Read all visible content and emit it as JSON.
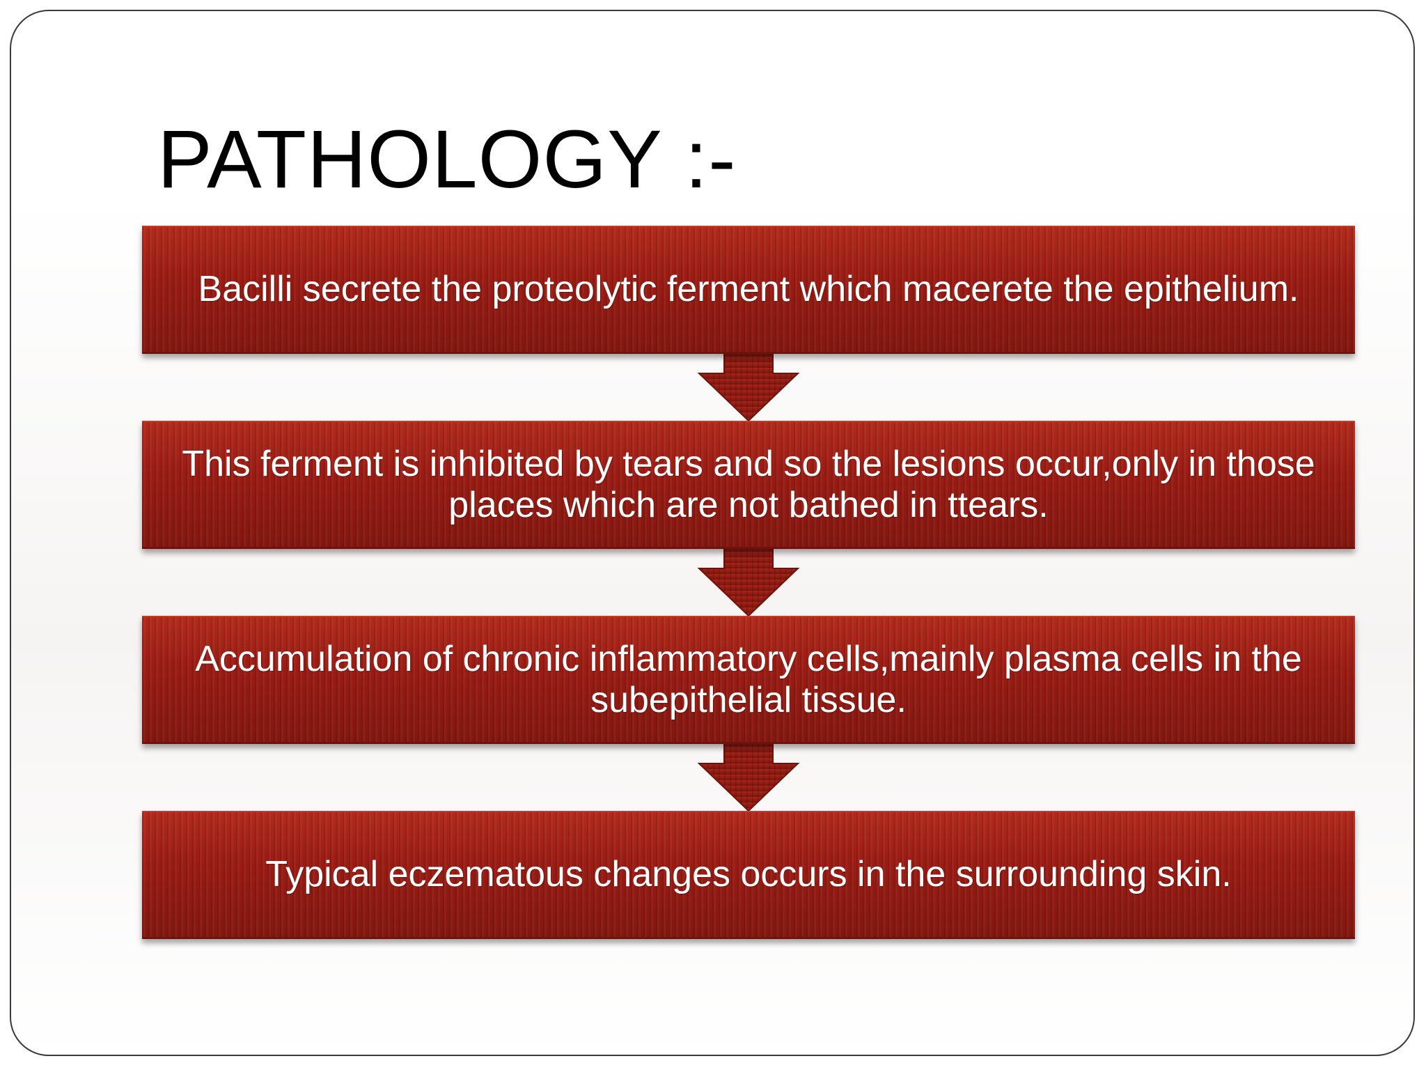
{
  "title": "PATHOLOGY :-",
  "steps": [
    {
      "text": "Bacilli secrete the proteolytic ferment which macerete the epithelium."
    },
    {
      "text": "This ferment is inhibited by tears and so the lesions occur,only in those places which are not bathed in ttears."
    },
    {
      "text": "Accumulation of chronic inflammatory cells,mainly plasma cells in the subepithelial tissue."
    },
    {
      "text": "Typical eczematous changes occurs in the surrounding skin."
    }
  ],
  "colors": {
    "box_fill": "#9a1c14",
    "box_highlight": "#b22a1c",
    "arrow_fill": "#8e1a12",
    "text": "#ffffff",
    "frame": "#3a3a3a"
  },
  "connector_icon": "down-arrow-icon"
}
